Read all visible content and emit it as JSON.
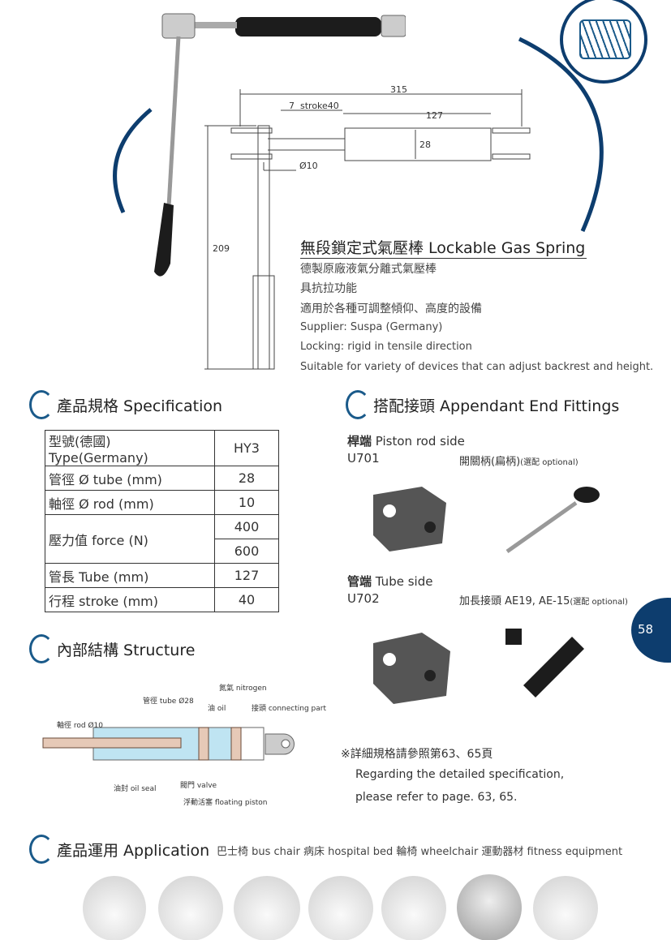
{
  "product": {
    "title": "無段鎖定式氣壓棒 Lockable Gas Spring",
    "lines": [
      "德製原廠液氣分離式氣壓棒",
      "具抗拉功能",
      "適用於各種可調整傾仰、高度的設備",
      "Supplier: Suspa (Germany)",
      "Locking: rigid in tensile direction",
      "Suitable for variety of devices that can adjust backrest and height."
    ]
  },
  "drawing": {
    "total": "315",
    "offset": "7",
    "stroke": "stroke40",
    "tube_len": "127",
    "tube_dia": "28",
    "rod_dia": "Ø10",
    "lever_len": "209"
  },
  "spec": {
    "heading": "產品規格 Specification",
    "rows": [
      {
        "label": "型號(德國) Type(Germany)",
        "value": "HY3"
      },
      {
        "label": "管徑 Ø tube (mm)",
        "value": "28"
      },
      {
        "label": "軸徑 Ø rod (mm)",
        "value": "10"
      },
      {
        "label": "壓力值 force (N)",
        "values": [
          "400",
          "600"
        ]
      },
      {
        "label": "管長 Tube (mm)",
        "value": "127"
      },
      {
        "label": "行程 stroke (mm)",
        "value": "40"
      }
    ]
  },
  "fittings": {
    "heading": "搭配接頭 Appendant End Fittings",
    "rod_side": {
      "title_zh": "桿端",
      "title_en": "Piston rod side",
      "code": "U701",
      "option": "開關柄(扁柄)",
      "option_note": "(選配 optional)"
    },
    "tube_side": {
      "title_zh": "管端",
      "title_en": "Tube side",
      "code": "U702",
      "option": "加長接頭 AE19, AE-15",
      "option_note": "(選配 optional)"
    }
  },
  "page_number": "58",
  "structure": {
    "heading": "內部結構 Structure",
    "labels": {
      "nitrogen": "氮氣 nitrogen",
      "tube": "管徑 tube Ø28",
      "oil": "油 oil",
      "connecting": "接頭 connecting part",
      "rod": "軸徑 rod Ø10",
      "valve": "閥門 valve",
      "oil_seal": "油封 oil seal",
      "piston": "浮動活塞 floating piston"
    }
  },
  "note": {
    "line1": "※詳細規格請參照第63、65頁",
    "line2": "Regarding the detailed specification,",
    "line3": "please refer to page. 63, 65."
  },
  "application": {
    "heading": "產品運用 Application",
    "uses": "巴士椅 bus chair 病床 hospital bed 輪椅 wheelchair 運動器材 fitness equipment"
  },
  "colors": {
    "accent": "#1a5a8a",
    "tab": "#0d3d6e",
    "highlight": "#3aa0d8"
  }
}
